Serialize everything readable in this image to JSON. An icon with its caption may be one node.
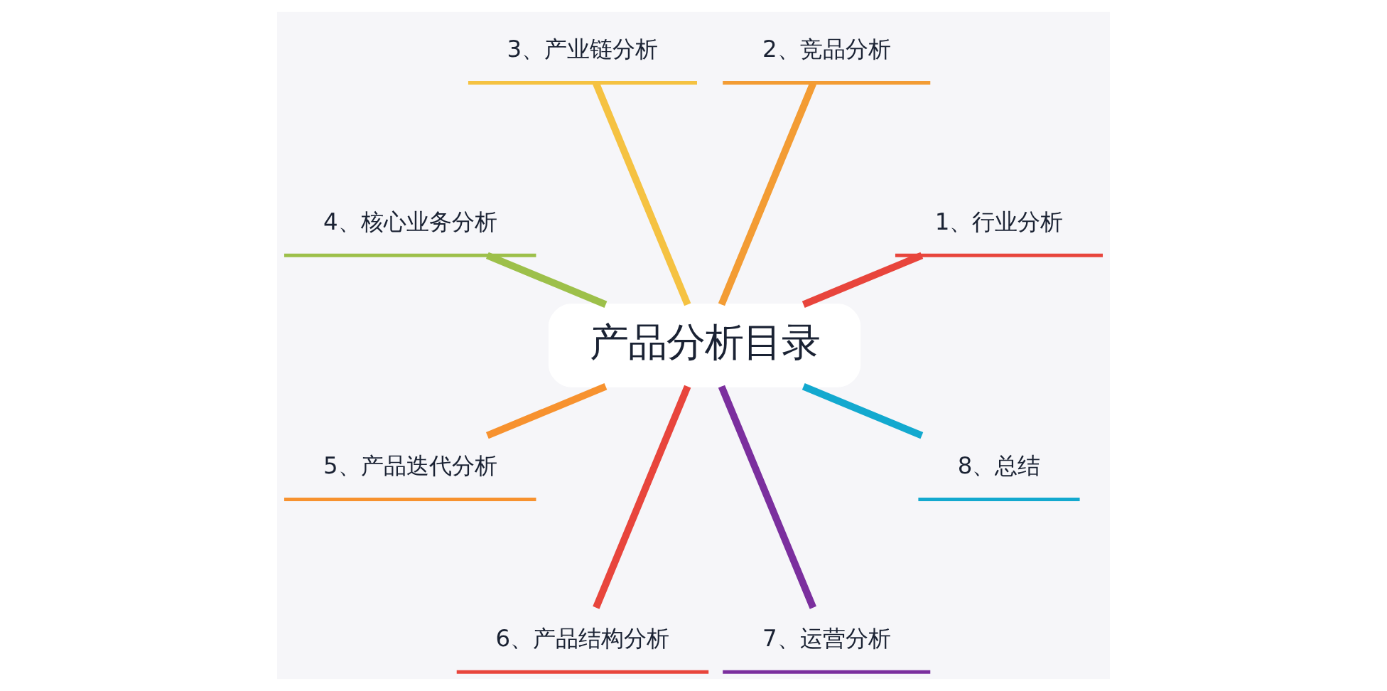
{
  "diagram": {
    "nodes": [
      {
        "text": [
          "产品分析目录"
        ]
      },
      {
        "text": [
          "1、行业分析"
        ]
      },
      {
        "text": [
          "2、竞品分析"
        ]
      },
      {
        "text": [
          "3、产业链分析"
        ]
      },
      {
        "text": [
          "4、核心业务分析"
        ]
      },
      {
        "text": [
          "5、产品迭代分析"
        ]
      },
      {
        "text": [
          "6、产品结构分析"
        ]
      },
      {
        "text": [
          "7、运营分析"
        ]
      },
      {
        "text": [
          "8、总结"
        ]
      }
    ],
    "edges": [
      {
        "from": 0,
        "to": 1,
        "arrow": "none",
        "color": "#e8453c"
      },
      {
        "from": 0,
        "to": 2,
        "arrow": "none",
        "color": "#f39c34"
      },
      {
        "from": 0,
        "to": 3,
        "arrow": "none",
        "color": "#f5c242"
      },
      {
        "from": 0,
        "to": 4,
        "arrow": "none",
        "color": "#9dc04a"
      },
      {
        "from": 0,
        "to": 5,
        "arrow": "none",
        "color": "#f7922f"
      },
      {
        "from": 0,
        "to": 6,
        "arrow": "none",
        "color": "#e8453c"
      },
      {
        "from": 0,
        "to": 7,
        "arrow": "none",
        "color": "#7b2f9e"
      },
      {
        "from": 0,
        "to": 8,
        "arrow": "none",
        "color": "#13a9cf"
      }
    ]
  }
}
